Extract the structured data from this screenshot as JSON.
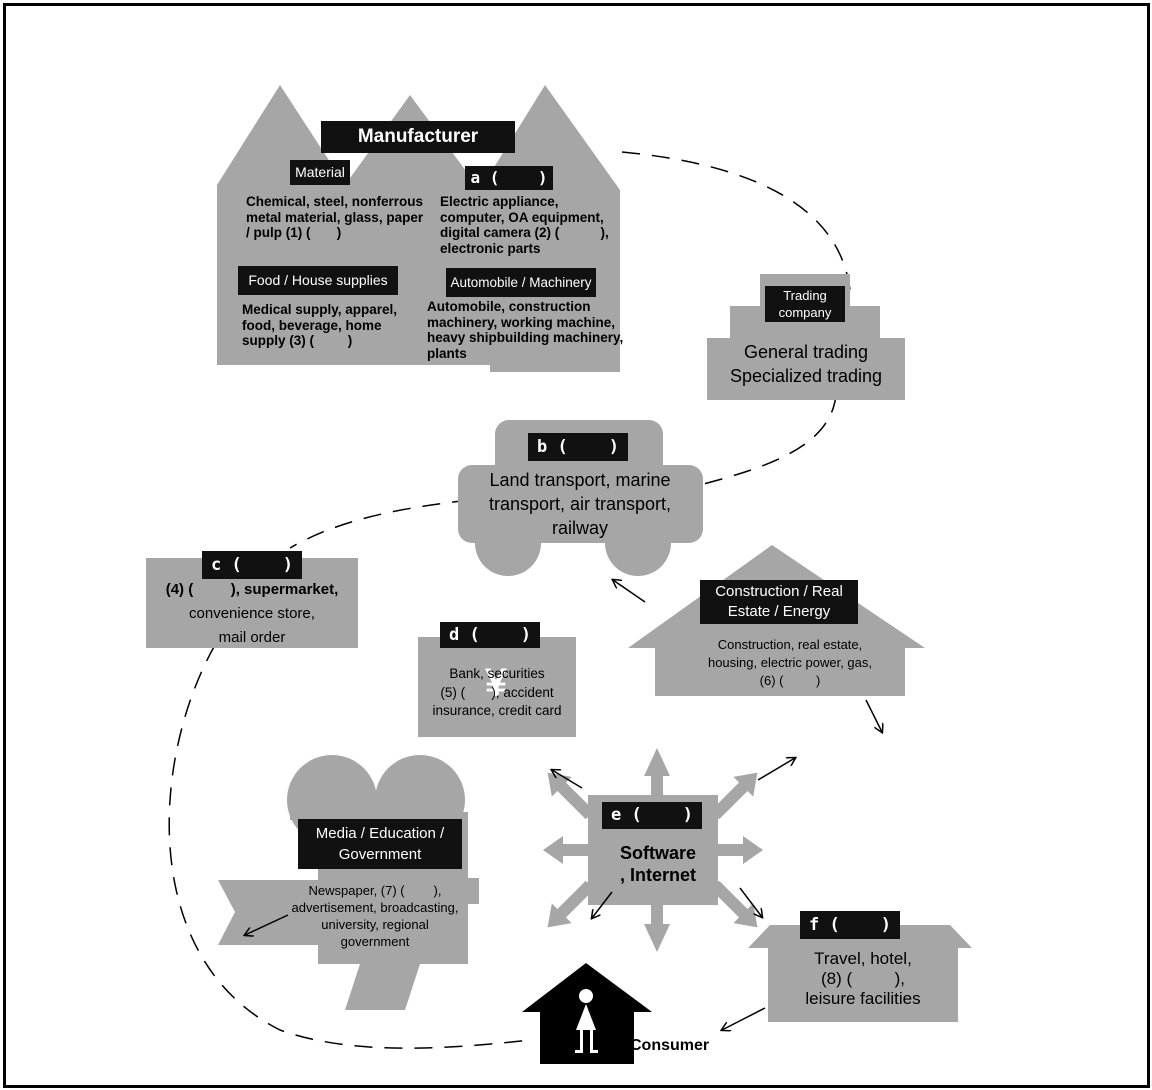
{
  "colors": {
    "shape": "#a6a6a6",
    "label_bg": "#111111",
    "ink": "#000000"
  },
  "manufacturer": {
    "title": "Manufacturer",
    "material": {
      "label": "Material",
      "text": "Chemical, steel, nonferrous metal material, glass, paper / pulp (1) (       )"
    },
    "a": {
      "label": "a (    )",
      "text": "Electric appliance, computer, OA equipment, digital camera (2) (           ), electronic parts"
    },
    "food": {
      "label": "Food / House supplies",
      "text": "Medical supply, apparel, food, beverage, home supply (3) (         )"
    },
    "auto": {
      "label": "Automobile / Machinery",
      "text": "Automobile, construction machinery, working machine, heavy shipbuilding machinery, plants"
    }
  },
  "trading": {
    "label": "Trading company",
    "line1": "General trading",
    "line2": "Specialized trading"
  },
  "b": {
    "label": "b (    )",
    "text": "Land transport, marine transport, air transport, railway"
  },
  "c": {
    "label": "c (    )",
    "line1": "(4) (         ), supermarket,",
    "line2": "convenience store,",
    "line3": "mail order"
  },
  "d": {
    "label": "d (    )",
    "symbol": "¥",
    "line1": "Bank, securities",
    "line2": "(5) (       ), accident",
    "line3": "insurance, credit card"
  },
  "construction": {
    "label": "Construction / Real Estate / Energy",
    "line1": "Construction, real estate,",
    "line2": "housing, electric power, gas,",
    "line3": "(6) (         )"
  },
  "media": {
    "label": "Media / Education / Government",
    "line1": "Newspaper, (7) (        ),",
    "line2": "advertisement, broadcasting,",
    "line3": "university, regional",
    "line4": "government"
  },
  "e": {
    "label": "e (    )",
    "line1": "Software",
    "line2": ", Internet"
  },
  "f": {
    "label": "f (    )",
    "line1": "Travel, hotel,",
    "line2": "(8) (         ),",
    "line3": "leisure facilities"
  },
  "consumer": {
    "label": "Consumer"
  }
}
